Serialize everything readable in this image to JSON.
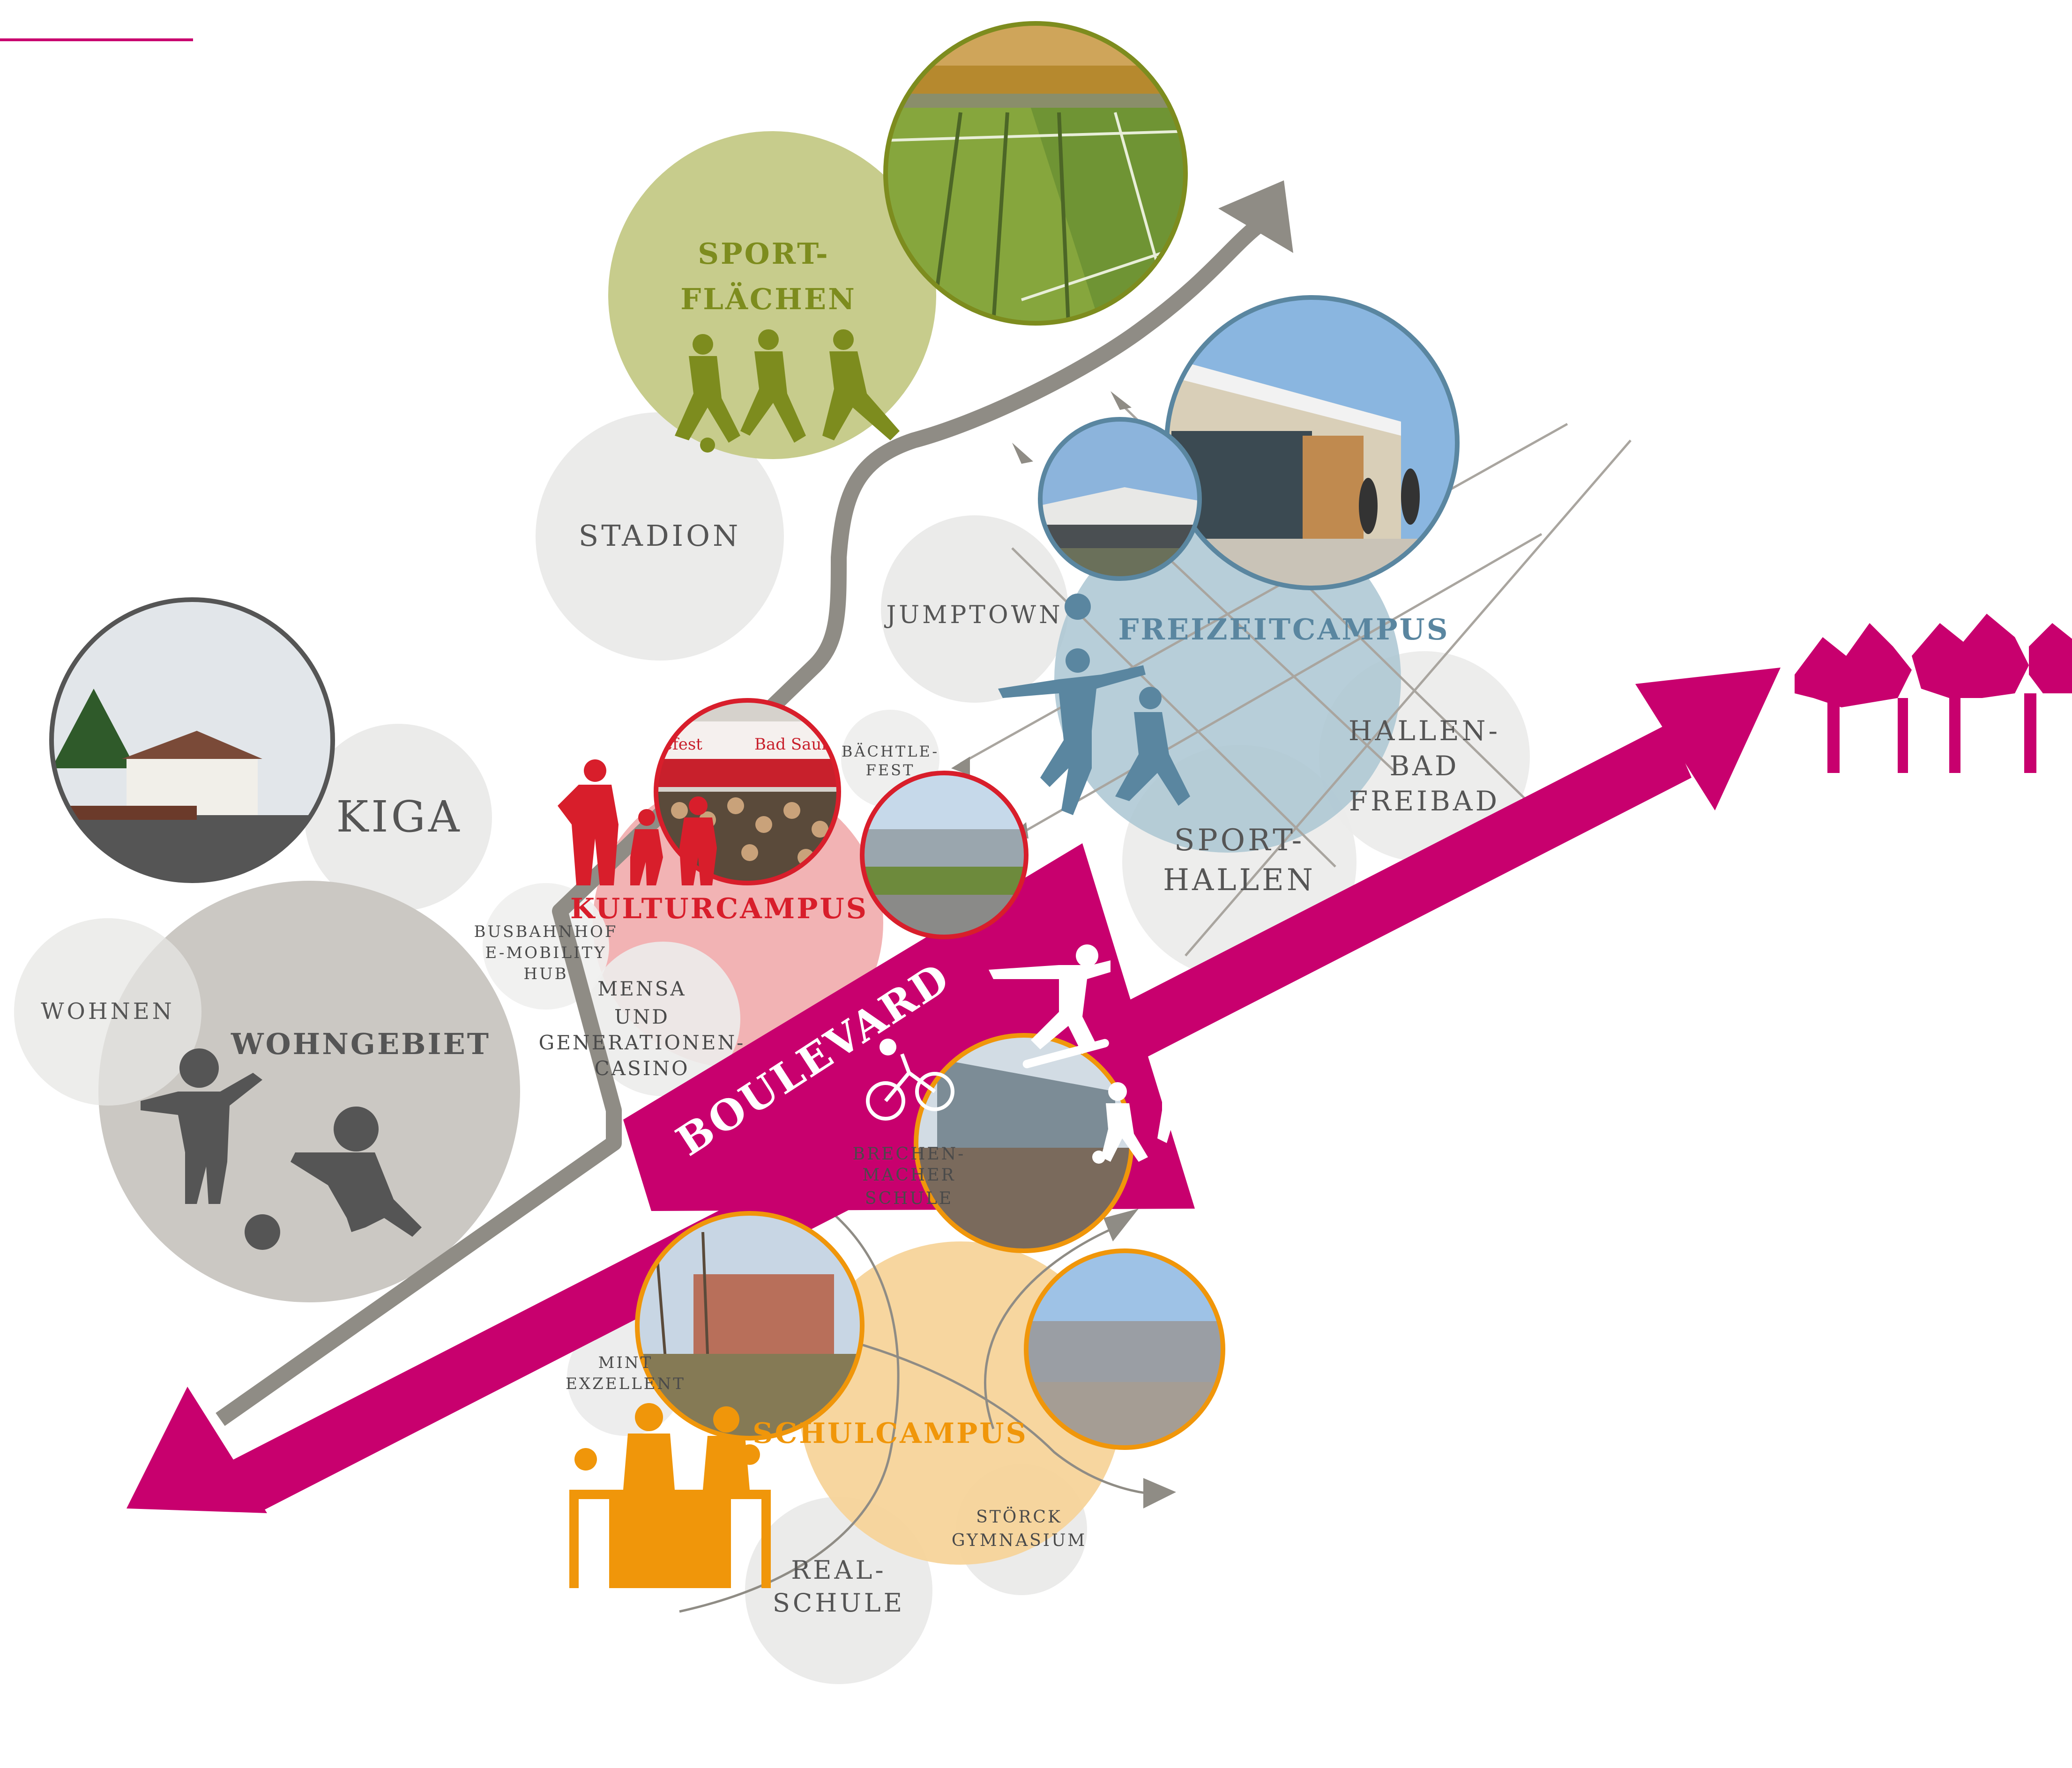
{
  "colors": {
    "magenta": "#c8006e",
    "grey_path": "#8f8c85",
    "sport_green": "#7d8c1e",
    "sport_light": "#c7cc8c",
    "freizeit_blue": "#5a86a0",
    "freizeit_light": "#aac5d2",
    "kultur_red": "#d81e2b",
    "kultur_light": "#f0a8aa",
    "schul_orange": "#f0960a",
    "schul_light": "#f7d49a",
    "wohn_grey": "#cbc8c3",
    "bubble_light": "#ebebea",
    "label_text": "#555555"
  },
  "campuses": {
    "sport": {
      "line1": "SPORT-",
      "line2": "FLÄCHEN"
    },
    "freizeit": {
      "title": "FREIZEITCAMPUS"
    },
    "kultur": {
      "title": "KULTURCAMPUS"
    },
    "schul": {
      "title": "SCHULCAMPUS"
    },
    "wohn": {
      "title": "WOHNGEBIET"
    }
  },
  "boulevard": {
    "label": "BOULEVARD"
  },
  "labels": {
    "stadion": "STADION",
    "jumptown": "JUMPTOWN",
    "kiga": "KIGA",
    "wohnen": "WOHNEN",
    "busbahnhof": [
      "BUSBAHNHOF",
      "E-MOBILITY",
      "HUB"
    ],
    "mensa": [
      "MENSA",
      "UND",
      "GENERATIONEN-",
      "CASINO"
    ],
    "baechtlefest": [
      "BÄCHTLE-",
      "FEST"
    ],
    "sporthallen": [
      "SPORT-",
      "HALLEN"
    ],
    "hallenbad": [
      "HALLEN-",
      "BAD",
      "FREIBAD"
    ],
    "brechenmacher": [
      "BRECHEN-",
      "MACHER",
      "SCHULE"
    ],
    "mint": [
      "MINT",
      "EXZELLENT"
    ],
    "stoerck": [
      "STÖRCK",
      "GYMNASIUM"
    ],
    "realschule": [
      "REAL-",
      "SCHULE"
    ]
  },
  "photo_texts": {
    "banner_left": "efest",
    "banner_right": "Bad Saulg"
  },
  "icons": [
    "soccer-players-icon",
    "children-playing-icon",
    "family-icon",
    "dancers-icon",
    "skateboarder-icon",
    "cyclist-icon",
    "basketball-player-icon",
    "meeting-group-icon",
    "trees-icon"
  ]
}
